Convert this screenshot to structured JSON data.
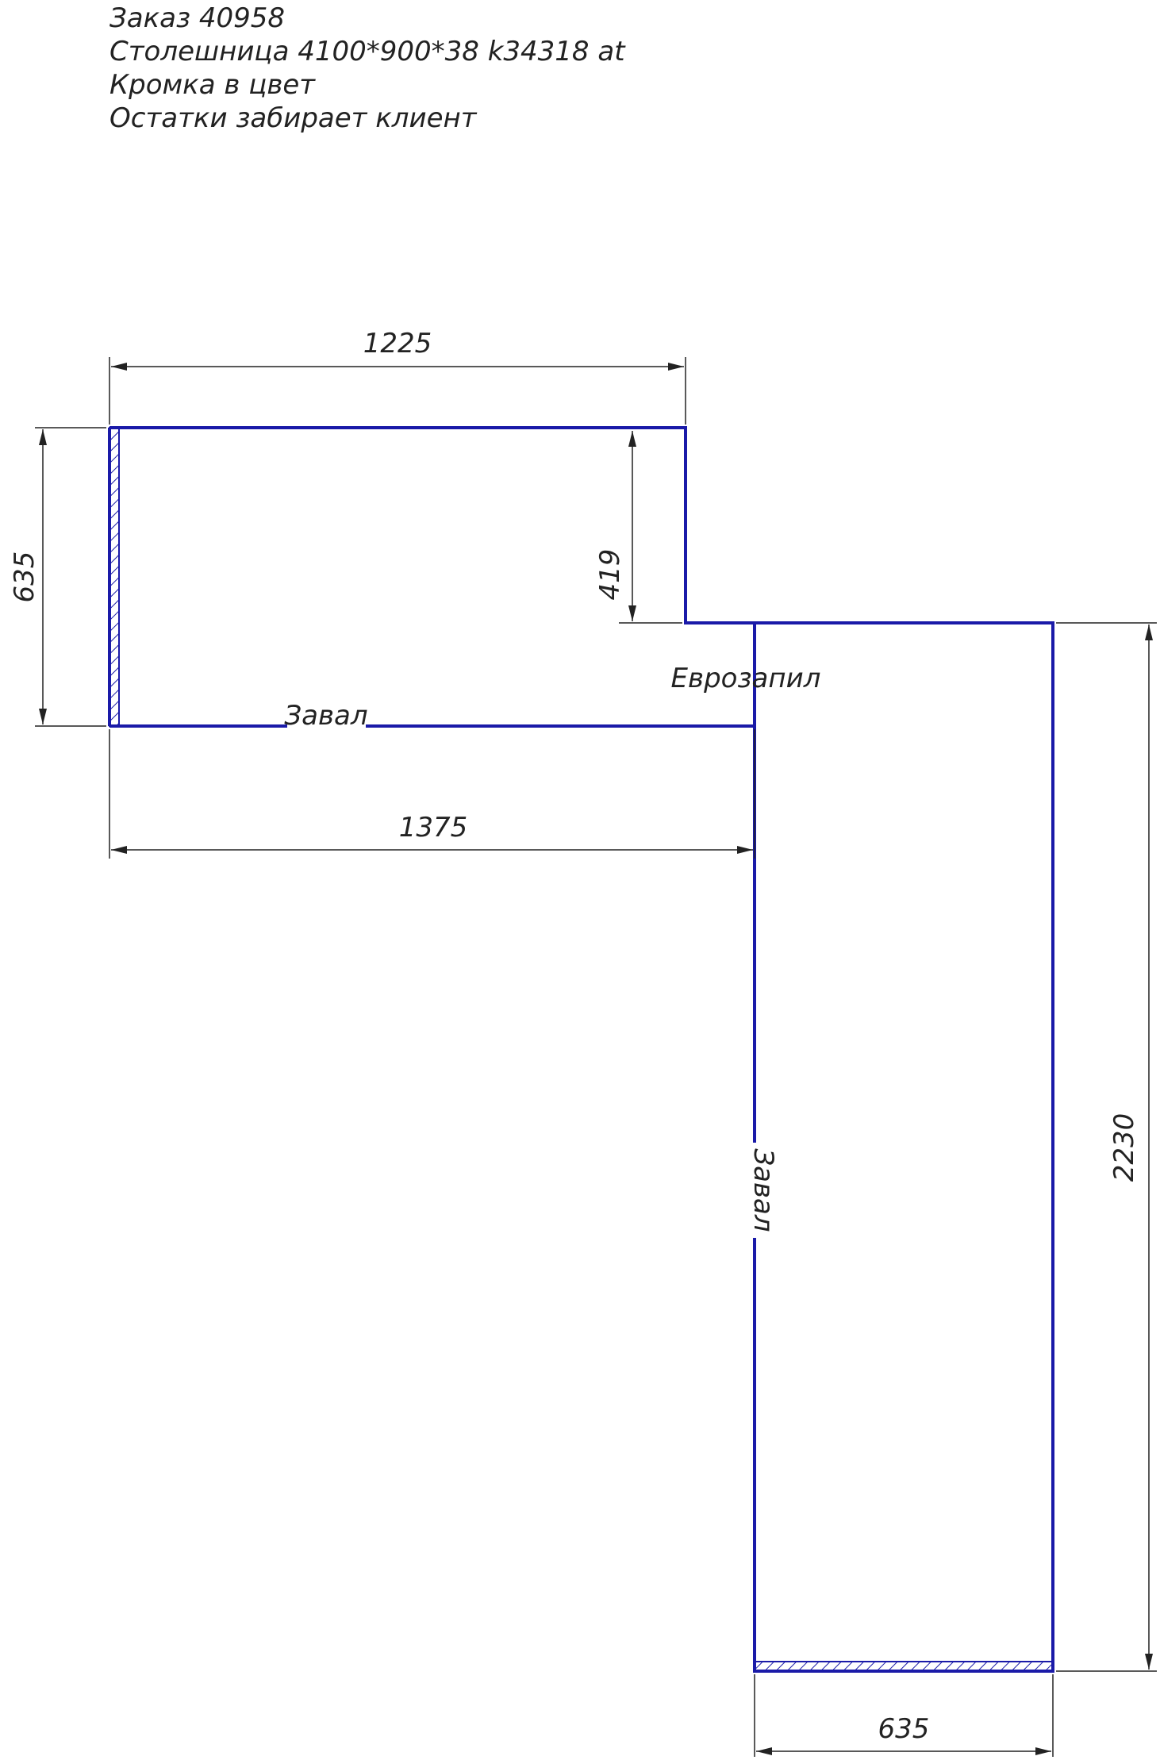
{
  "notes": {
    "order": "Заказ 40958",
    "countertop": "Столешница 4100*900*38 k34318 at",
    "edge": "Кромка в цвет",
    "remains": "Остатки забирает клиент"
  },
  "dimensions": {
    "top_width": "1225",
    "left_height": "635",
    "step_height": "419",
    "bottom_width": "1375",
    "right_height": "2230",
    "bottom_leg_width": "635"
  },
  "labels": {
    "joint": "Еврозапил",
    "edge_top": "Завал",
    "edge_leg": "Завал"
  },
  "colors": {
    "outline": "#1a1aa8",
    "dimension": "#222222",
    "hatch": "#1a1aa8"
  }
}
